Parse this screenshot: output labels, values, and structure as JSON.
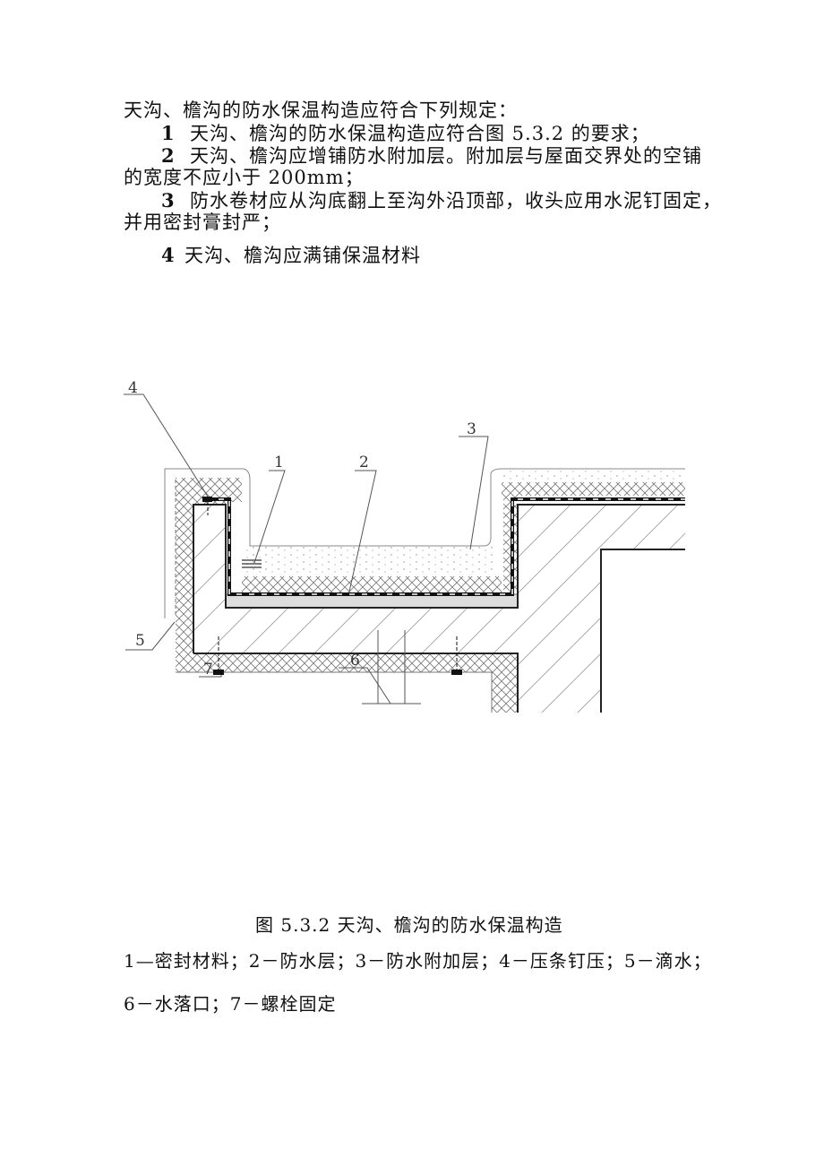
{
  "text": {
    "intro": "天沟、檐沟的防水保温构造应符合下列规定：",
    "items": [
      {
        "num": "1",
        "text": "天沟、檐沟的防水保温构造应符合图 5.3.2 的要求；"
      },
      {
        "num": "2",
        "text": "天沟、檐沟应增铺防水附加层。附加层与屋面交界处的空铺",
        "cont": "的宽度不应小于 200mm；"
      },
      {
        "num": "3",
        "text": "防水卷材应从沟底翻上至沟外沿顶部，收头应用水泥钉固定，",
        "cont": "并用密封膏封严；"
      },
      {
        "num": "4",
        "text": "天沟、檐沟应满铺保温材料"
      }
    ]
  },
  "figure": {
    "labels": [
      "1",
      "2",
      "3",
      "4",
      "5",
      "6",
      "7"
    ],
    "caption": "图 5.3.2 天沟、檐沟的防水保温构造",
    "legend_line1": "1—密封材料；2－防水层；3－防水附加层；4－压条钉压；5－滴水；",
    "legend_line2": "6－水落口；7－螺栓固定"
  }
}
